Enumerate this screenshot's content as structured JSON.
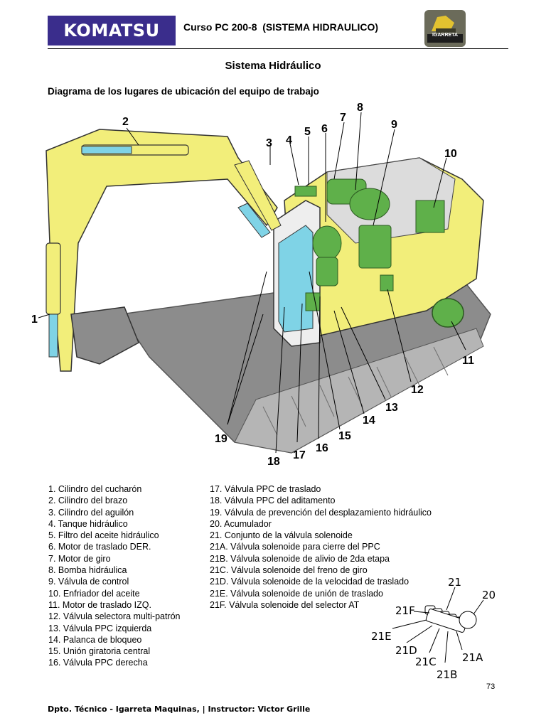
{
  "header": {
    "logo": "KOMATSU",
    "course_title": "Curso PC 200-8  (SISTEMA HIDRAULICO)",
    "badge_text": "IGARRETA"
  },
  "page_title": "Sistema Hidráulico",
  "diagram_title": "Diagrama de los lugares de ubicación del equipo de trabajo",
  "diagram_labels": [
    "1",
    "2",
    "3",
    "4",
    "5",
    "6",
    "7",
    "8",
    "9",
    "10",
    "11",
    "12",
    "13",
    "14",
    "15",
    "16",
    "17",
    "18",
    "19"
  ],
  "legend_left": [
    "1. Cilindro del cucharón",
    "2. Cilindro del brazo",
    "3. Cilindro del aguilón",
    "4. Tanque hidráulico",
    "5. Filtro del aceite hidráulico",
    "6. Motor de traslado DER.",
    "7. Motor de giro",
    "8. Bomba hidráulica",
    "9. Válvula de control",
    "10. Enfriador del aceite",
    "11. Motor de traslado IZQ.",
    "12. Válvula selectora multi-patrón",
    "13. Válvula PPC izquierda",
    "14. Palanca de bloqueo",
    "15. Unión giratoria central",
    "16. Válvula PPC derecha"
  ],
  "legend_right": [
    "17. Válvula PPC de traslado",
    "18. Válvula PPC del aditamento",
    "19. Válvula de prevención del desplazamiento hidráulico",
    "20. Acumulador",
    "21. Conjunto de la válvula solenoide",
    "21A. Válvula solenoide para cierre del PPC",
    "21B. Válvula solenoide de alivio de 2da etapa",
    "21C. Válvula solenoide del freno de giro",
    "21D. Válvula solenoide de la velocidad de traslado",
    "21E. Válvula solenoide de unión de traslado",
    "21F. Válvula solenoide del selector AT"
  ],
  "detail_labels": {
    "l21": "21",
    "l20": "20",
    "l21f": "21F",
    "l21e": "21E",
    "l21d": "21D",
    "l21c": "21C",
    "l21b": "21B",
    "l21a": "21A"
  },
  "page_number": "73",
  "footer": "Dpto. Técnico - Igarreta Maquinas, | Instructor: Victor Grille",
  "colors": {
    "logo_bg": "#3a2d8c",
    "machine_yellow": "#f2ee7a",
    "track_gray": "#8c8c8c",
    "component_green": "#5fb04a",
    "glass_cyan": "#7fd3e6"
  }
}
